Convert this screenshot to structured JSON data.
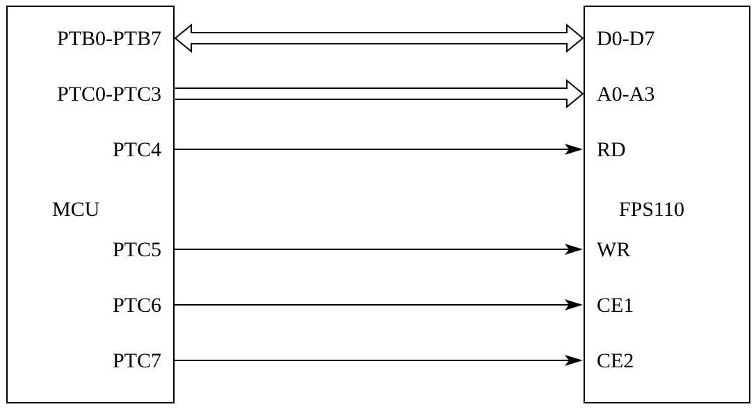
{
  "mcu": {
    "name": "MCU",
    "pins": [
      "PTB0-PTB7",
      "PTC0-PTC3",
      "PTC4",
      "PTC5",
      "PTC6",
      "PTC7"
    ]
  },
  "fps": {
    "name": "FPS110",
    "pins": [
      "D0-D7",
      "A0-A3",
      "RD",
      "WR",
      "CE1",
      "CE2"
    ]
  },
  "connections": [
    {
      "from": "PTB0-PTB7",
      "to": "D0-D7",
      "kind": "bidirectional-bus"
    },
    {
      "from": "PTC0-PTC3",
      "to": "A0-A3",
      "kind": "bus"
    },
    {
      "from": "PTC4",
      "to": "RD",
      "kind": "signal"
    },
    {
      "from": "PTC5",
      "to": "WR",
      "kind": "signal"
    },
    {
      "from": "PTC6",
      "to": "CE1",
      "kind": "signal"
    },
    {
      "from": "PTC7",
      "to": "CE2",
      "kind": "signal"
    }
  ],
  "colors": {
    "stroke": "#000000",
    "background": "#ffffff"
  }
}
